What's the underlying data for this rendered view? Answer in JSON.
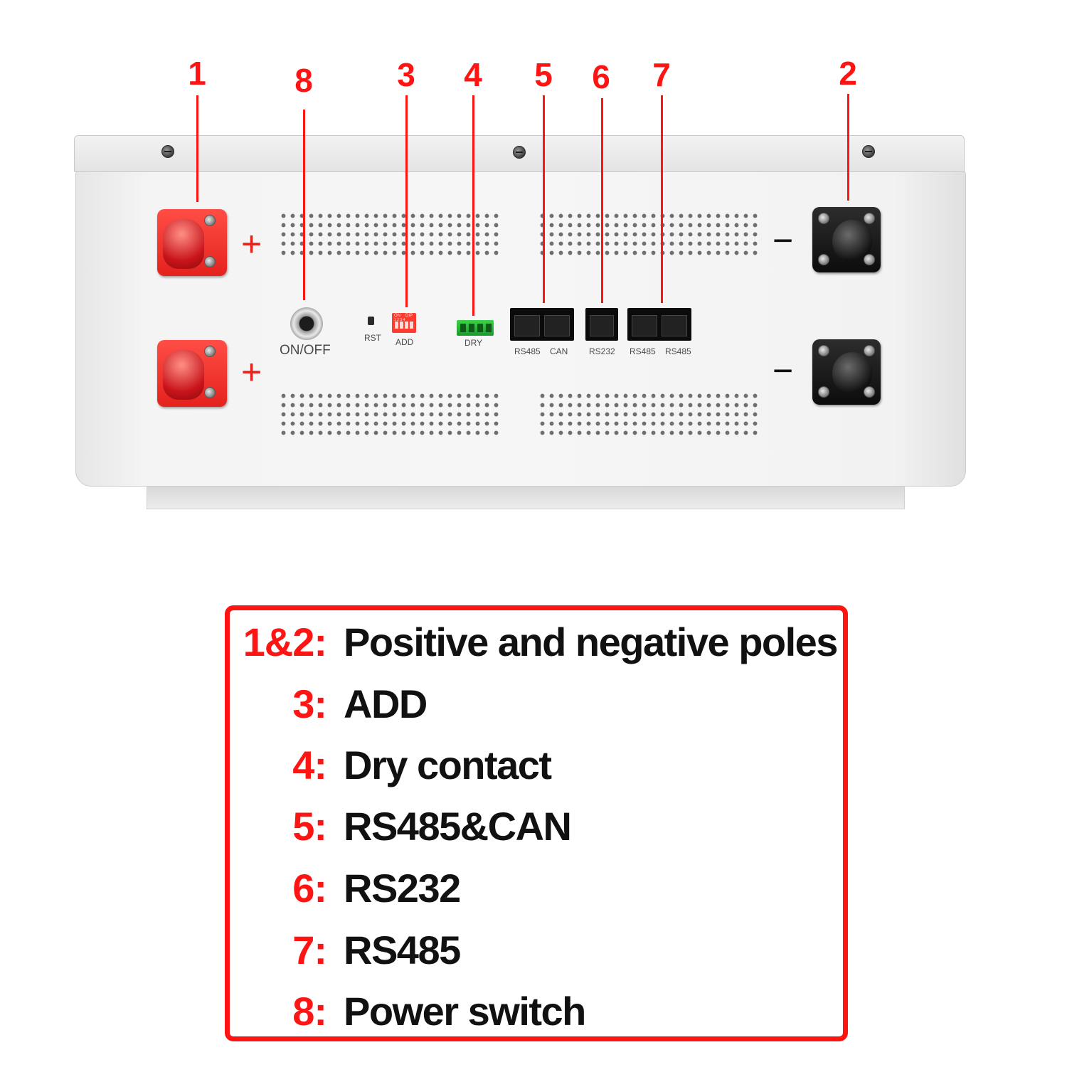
{
  "colors": {
    "accent_red": "#ff1414",
    "text_black": "#111111",
    "terminal_red": "#e5221d",
    "terminal_black": "#111111",
    "chassis": "#f2f2f2",
    "dry_contact_green": "#1fae2f",
    "dip_switch_red": "#ff3b30"
  },
  "callouts": [
    "1",
    "8",
    "3",
    "4",
    "5",
    "6",
    "7",
    "2"
  ],
  "polarity": {
    "positive_top": "+",
    "positive_bottom": "+",
    "negative_top": "−",
    "negative_bottom": "−"
  },
  "panel_labels": {
    "power_switch": "ON/OFF",
    "reset": "RST",
    "address": "ADD",
    "dip_on": "ON",
    "dip_brand": "DIP",
    "dip_positions": "1 2 3 4",
    "dry_contact": "DRY",
    "port_rs485_can_a": "RS485",
    "port_rs485_can_b": "CAN",
    "port_rs232": "RS232",
    "port_rs485_a": "RS485",
    "port_rs485_b": "RS485"
  },
  "icons": {
    "power_button": "power-button-icon",
    "screws": "screw-icon",
    "positive_terminals": "red-terminal-icon",
    "negative_terminals": "black-terminal-icon",
    "vents": "vent-grille-icon"
  },
  "legend": {
    "rows": [
      {
        "key": "1&2:",
        "value": "Positive and negative poles"
      },
      {
        "key": "3:",
        "value": "ADD"
      },
      {
        "key": "4:",
        "value": "Dry contact"
      },
      {
        "key": "5:",
        "value": "RS485&CAN"
      },
      {
        "key": "6:",
        "value": "RS232"
      },
      {
        "key": "7:",
        "value": "RS485"
      },
      {
        "key": "8:",
        "value": "Power switch"
      }
    ]
  }
}
